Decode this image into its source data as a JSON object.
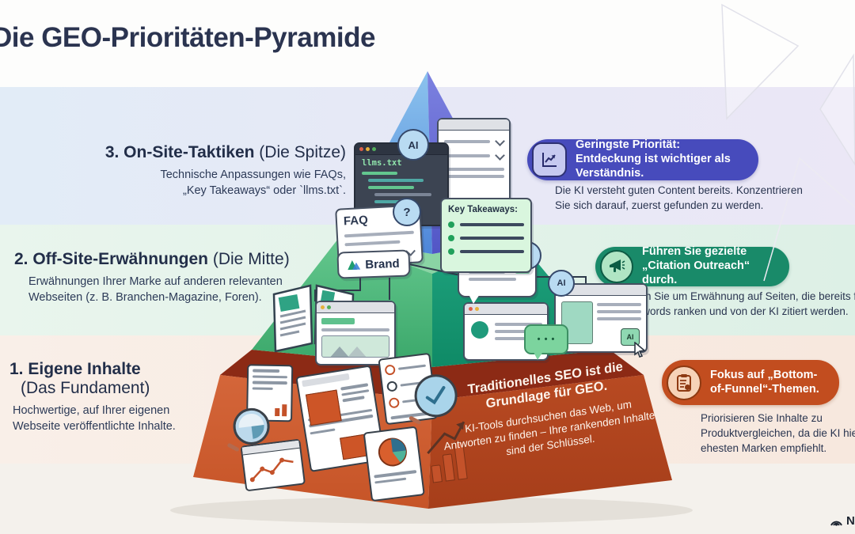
{
  "title": "Die GEO-Prioritäten-Pyramide",
  "sections": {
    "onsite": {
      "heading_bold": "3. On-Site-Taktiken",
      "heading_normal": " (Die Spitze)",
      "body": "Technische Anpassungen wie FAQs, „Key Takeaways“ oder `llms.txt`."
    },
    "offsite": {
      "heading_bold": "2. Off-Site-Erwähnungen",
      "heading_normal": " (Die Mitte)",
      "body": "Erwähnungen Ihrer Marke auf anderen relevanten Webseiten (z. B. Branchen-Magazine, Foren)."
    },
    "own": {
      "heading_bold": "1. Eigene Inhalte",
      "heading_normal": "(Das Fundament)",
      "body": "Hochwertige, auf Ihrer eigenen Webseite veröffentlichte Inhalte."
    }
  },
  "callouts": {
    "discovery": {
      "pill": "Geringste Priorität: Entdeckung ist wichtiger als Verständnis.",
      "body": "Die KI versteht guten Content bereits. Konzentrieren Sie sich darauf, zuerst gefunden zu werden.",
      "accent": "#474bbc"
    },
    "outreach": {
      "pill": "Führen Sie gezielte „Citation Outreach“ durch.",
      "body": "Bitten Sie um Erwähnung auf Seiten, die bereits für Ihre Keywords ranken und von der KI zitiert werden.",
      "accent": "#198a69"
    },
    "funnel": {
      "pill": "Fokus auf „Bottom-of-Funnel“-Themen.",
      "body": "Priorisieren Sie Inhalte zu Produktvergleichen, da die KI hier am ehesten Marken empfiehlt.",
      "accent": "#c24d1f"
    }
  },
  "pyramid": {
    "note_heading": "Traditionelles SEO ist die Grundlage für GEO.",
    "note_body": "KI-Tools durchsuchen das Web, um Antworten zu finden – Ihre rankenden Inhalte sind der Schlüssel.",
    "code_window_title": "llms.txt",
    "faq_label": "FAQ",
    "question_badge": "?",
    "ai_badge": "AI",
    "key_takeaways_label": "Key Takeaways:",
    "brand_label": "Brand",
    "typing_dots": "• • •",
    "tier_colors": {
      "top_left": "#79b6ea",
      "top_right": "#6a6fd6",
      "mid_left": "#54bb80",
      "mid_right": "#18997a",
      "mid_rim": "#8ad4a4",
      "bottom_left": "#cf5b30",
      "bottom_right": "#b2431f",
      "bottom_rim": "#8c2a15"
    }
  },
  "watermark": "N"
}
